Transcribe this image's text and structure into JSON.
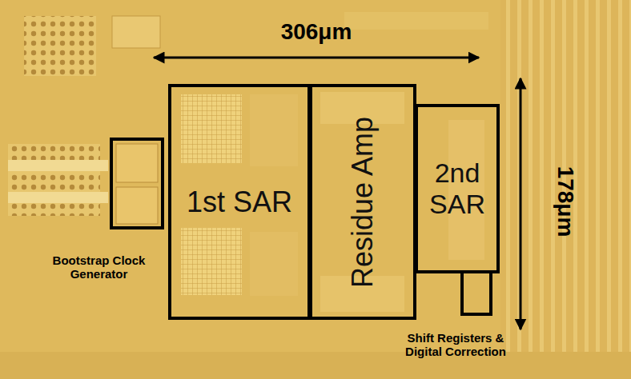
{
  "diagram": {
    "nodes": [
      {
        "text": [
          "Bootstrap Clock Generator"
        ]
      },
      {
        "text": [
          "1st SAR"
        ]
      },
      {
        "text": [
          "Residue Amp"
        ]
      },
      {
        "text": [
          "2nd SAR"
        ]
      },
      {
        "text": [
          "Shift Registers & Digital Correction"
        ]
      }
    ],
    "labels": [
      "306μm",
      "178μm"
    ]
  }
}
